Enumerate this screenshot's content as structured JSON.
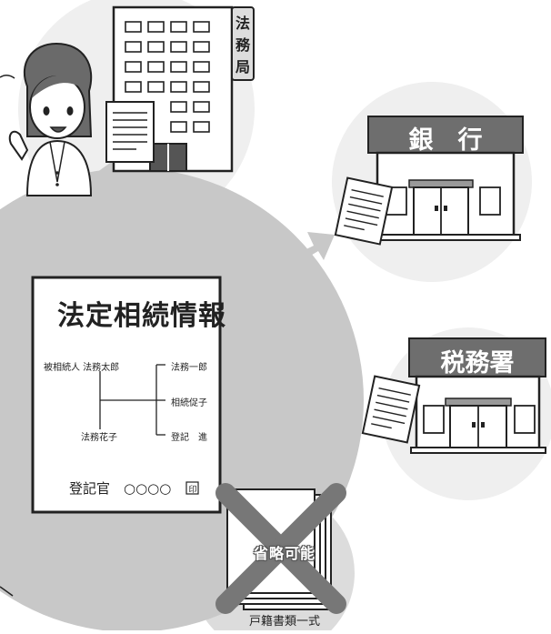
{
  "document": {
    "title": "法定相続情報",
    "decedent": "被相続人 法務太郎",
    "spouse": "法務花子",
    "child1": "法務一郎",
    "child2": "相続促子",
    "child3": "登記　進",
    "registrar": "登記官　○○○○",
    "seal": "印"
  },
  "bureau": {
    "chars": [
      "法",
      "務",
      "局"
    ]
  },
  "bank": {
    "sign": "銀　行"
  },
  "tax_office": {
    "sign": "税務署"
  },
  "stack": {
    "stamp": "省略可能",
    "caption": "戸籍書類一式"
  },
  "colors": {
    "circle": "#c8c8c8",
    "bg_circle": "#ececec",
    "sign": "#6e6e6e",
    "line": "#222222"
  }
}
